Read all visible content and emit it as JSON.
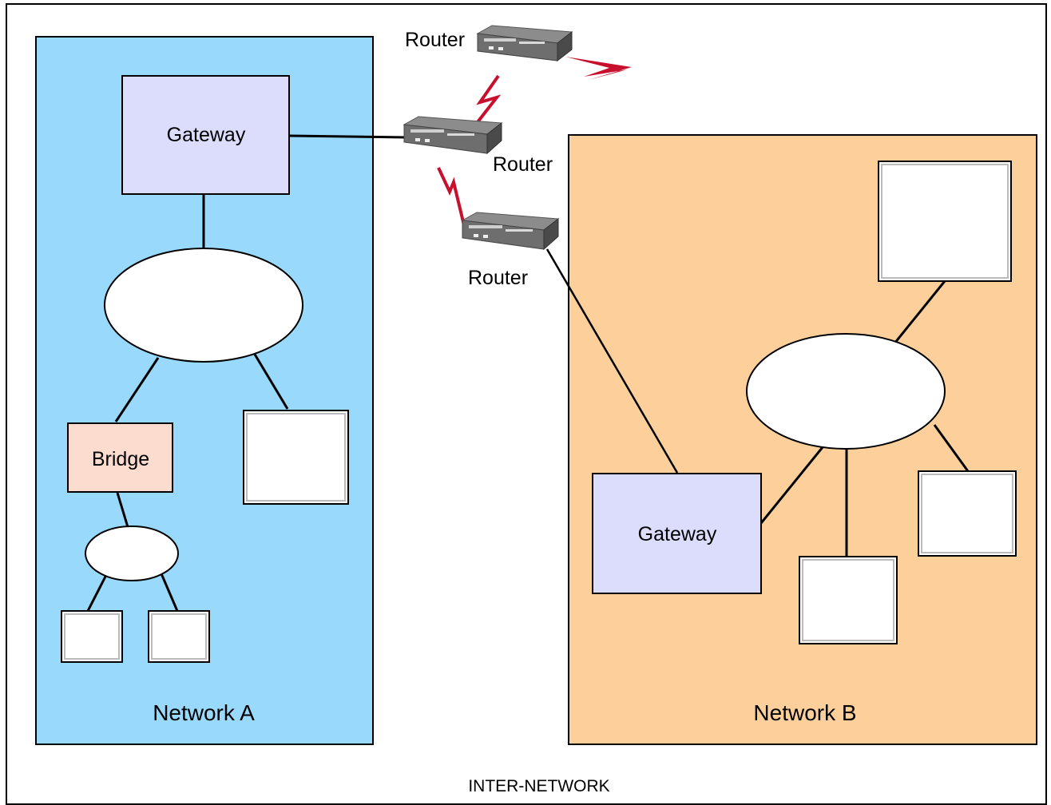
{
  "diagram": {
    "title": "INTER-NETWORK",
    "network_a": {
      "label": "Network A",
      "fill": "#99d9fc",
      "gateway_label": "Gateway",
      "bridge_label": "Bridge"
    },
    "network_b": {
      "label": "Network B",
      "fill": "#fdd09b",
      "gateway_label": "Gateway"
    },
    "routers": [
      {
        "label": "Router"
      },
      {
        "label": "Router"
      },
      {
        "label": "Router"
      }
    ],
    "colors": {
      "gateway": "#dcdcfc",
      "bridge": "#fddcd0",
      "node": "#ffffff",
      "wireless_link": "#c8102e"
    }
  }
}
